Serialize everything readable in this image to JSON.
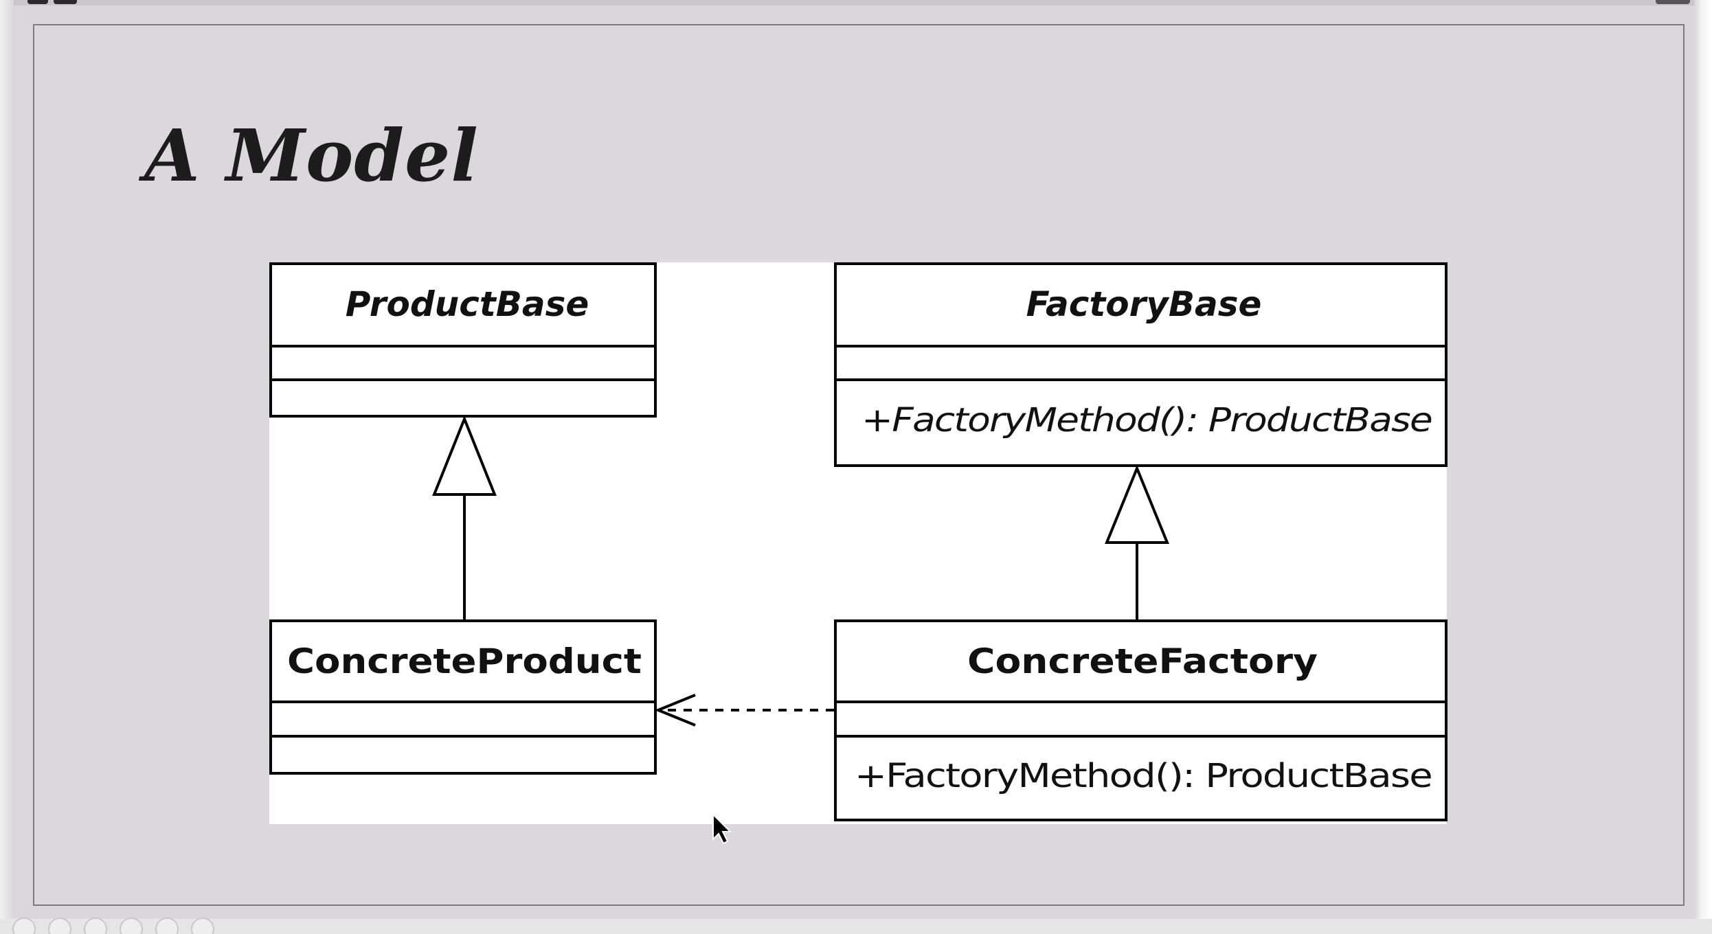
{
  "slide": {
    "title": "A Model"
  },
  "diagram": {
    "classes": {
      "product_base": {
        "name": "ProductBase",
        "abstract": true,
        "operation": ""
      },
      "factory_base": {
        "name": "FactoryBase",
        "abstract": true,
        "operation": "+FactoryMethod(): ProductBase"
      },
      "concrete_product": {
        "name": "ConcreteProduct",
        "abstract": false,
        "operation": ""
      },
      "concrete_factory": {
        "name": "ConcreteFactory",
        "abstract": false,
        "operation": "+FactoryMethod(): ProductBase"
      }
    },
    "relations": [
      {
        "type": "generalization",
        "from": "ConcreteProduct",
        "to": "ProductBase"
      },
      {
        "type": "generalization",
        "from": "ConcreteFactory",
        "to": "FactoryBase"
      },
      {
        "type": "dependency",
        "from": "ConcreteFactory",
        "to": "ConcreteProduct"
      }
    ]
  },
  "colors": {
    "slide_background": "#dad8da",
    "diagram_background": "#ffffff",
    "line": "#000000"
  }
}
